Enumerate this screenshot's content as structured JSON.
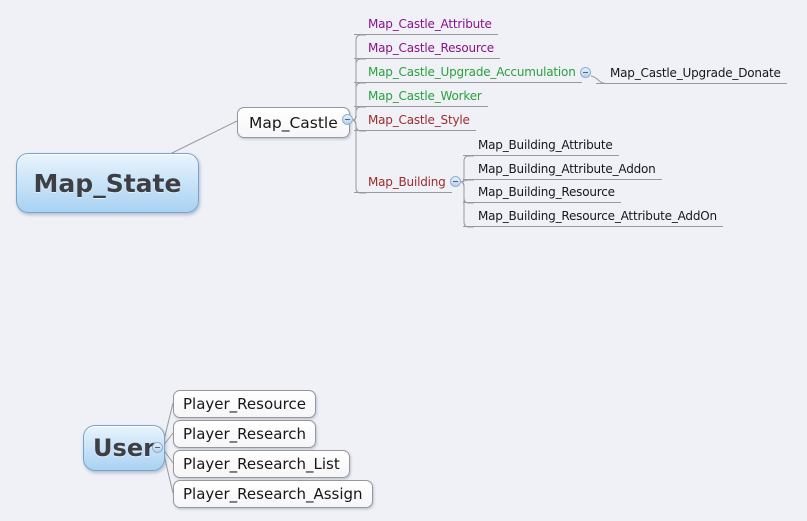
{
  "diagram": {
    "type": "mindmap",
    "background": "#eff1f7",
    "colors": {
      "topic_purple": "#8b118b",
      "topic_green": "#2aa13c",
      "topic_dark_red": "#9e2b2b",
      "topic_black": "#17171a",
      "connector_gray": "#999999",
      "root_node_fill": "#b9dcf7",
      "root_node_border": "#7ba3c9"
    },
    "map_state": {
      "root": {
        "label": "Map_State"
      },
      "map_castle": {
        "label": "Map_Castle",
        "collapse_icon": "minus",
        "children": [
          {
            "label": "Map_Castle_Attribute",
            "color": "purple"
          },
          {
            "label": "Map_Castle_Resource",
            "color": "purple"
          },
          {
            "label": "Map_Castle_Upgrade_Accumulation",
            "color": "green",
            "collapse_icon": "minus",
            "children": [
              {
                "label": "Map_Castle_Upgrade_Donate",
                "color": "black"
              }
            ]
          },
          {
            "label": "Map_Castle_Worker",
            "color": "green"
          },
          {
            "label": "Map_Castle_Style",
            "color": "dark_red"
          },
          {
            "label": "Map_Building",
            "color": "dark_red",
            "collapse_icon": "minus",
            "children": [
              {
                "label": "Map_Building_Attribute",
                "color": "black"
              },
              {
                "label": "Map_Building_Attribute_Addon",
                "color": "black"
              },
              {
                "label": "Map_Building_Resource",
                "color": "black"
              },
              {
                "label": "Map_Building_Resource_Attribute_AddOn",
                "color": "black"
              }
            ]
          }
        ]
      }
    },
    "user": {
      "root": {
        "label": "User"
      },
      "collapse_icon": "minus",
      "children": [
        {
          "label": "Player_Resource"
        },
        {
          "label": "Player_Research"
        },
        {
          "label": "Player_Research_List"
        },
        {
          "label": "Player_Research_Assign"
        }
      ]
    }
  }
}
